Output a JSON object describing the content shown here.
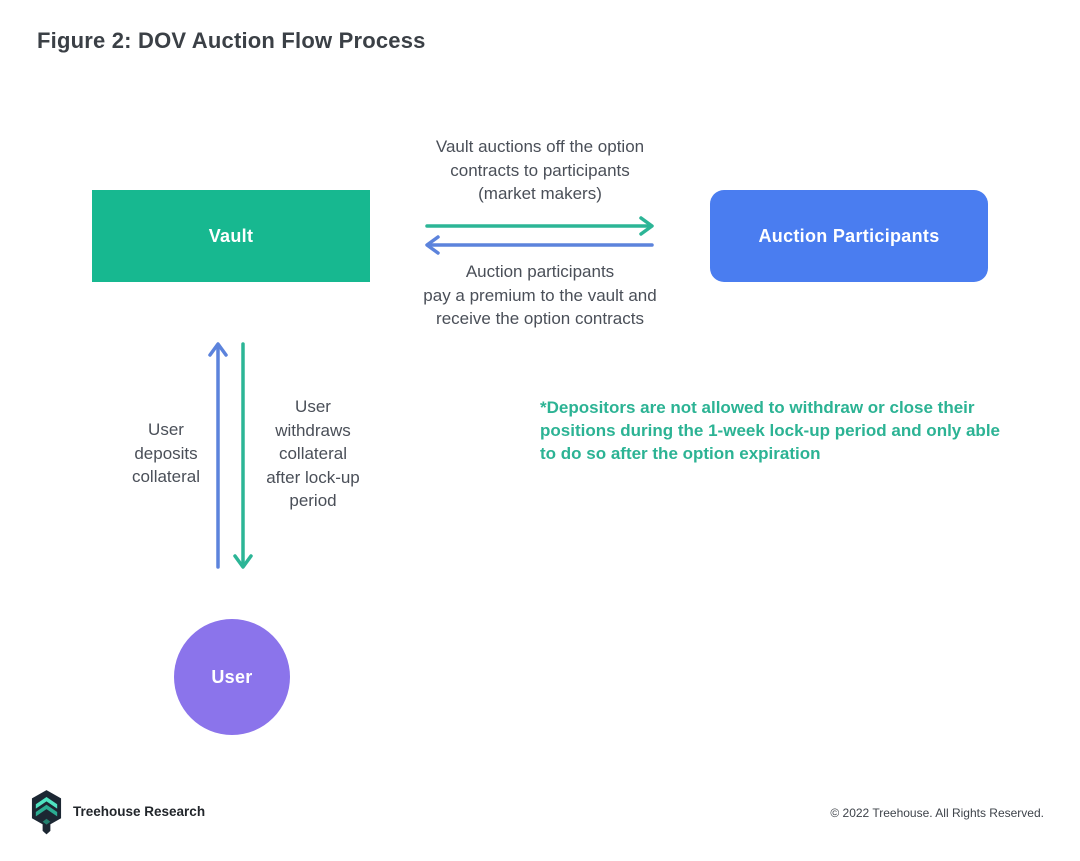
{
  "page": {
    "title": "Figure 2: DOV Auction Flow Process"
  },
  "diagram": {
    "vault": {
      "label": "Vault"
    },
    "auction_participants": {
      "label": "Auction Participants"
    },
    "user": {
      "label": "User"
    },
    "top_flow_text": "Vault auctions off the option\ncontracts to participants\n(market makers)",
    "bottom_flow_text": "Auction participants\npay a premium to the vault and\nreceive the option contracts",
    "deposit_label": "User\ndeposits\ncollateral",
    "withdraw_label": "User\nwithdraws\ncollateral\nafter lock-up\nperiod",
    "note": "*Depositors are not allowed to withdraw or close their\npositions during the 1-week lock-up period and only able\nto do so after the option expiration"
  },
  "footer": {
    "brand": "Treehouse Research",
    "copyright": "© 2022 Treehouse. All Rights Reserved."
  },
  "colors": {
    "vault-green": "#17B890",
    "participant-blue": "#4A7DF0",
    "user-purple": "#8B74EB",
    "arrow-green": "#2CB596",
    "arrow-blue": "#5C83DC",
    "note-green": "#2CB394",
    "title-dark": "#3B4046",
    "body-gray": "#4A4F58",
    "footer-dark": "#22262B"
  }
}
